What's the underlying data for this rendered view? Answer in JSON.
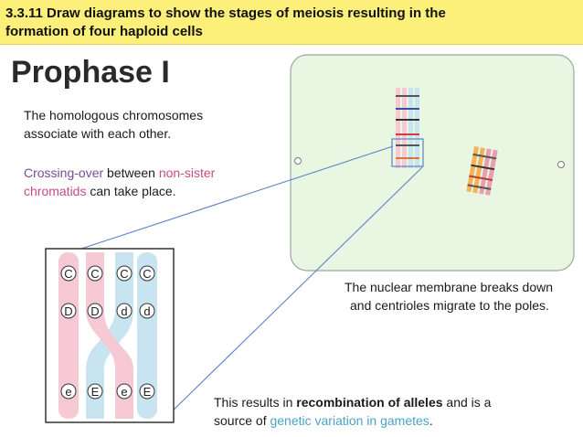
{
  "banner": {
    "line1": "3.3.11 Draw diagrams to show the stages of meiosis resulting in the",
    "line2": "formation of four haploid cells"
  },
  "title": "Prophase I",
  "intro": {
    "line1": "The homologous chromosomes",
    "line2": "associate with each other."
  },
  "crossing": {
    "part1": "Crossing-over",
    "part2": " between ",
    "part3": "non-sister",
    "part4": "chromatids",
    "part5": " can take place."
  },
  "membrane": {
    "line1": "The nuclear membrane breaks down",
    "line2": "and centrioles migrate to the poles."
  },
  "recombination": {
    "part1": "This results in ",
    "part2": "recombination of alleles",
    "part3": " and is a",
    "part4": "source of ",
    "part5": "genetic variation in gametes",
    "part6": "."
  },
  "alleles": {
    "row1": [
      "C",
      "C",
      "C",
      "C"
    ],
    "row2": [
      "D",
      "D",
      "d",
      "d"
    ],
    "row3": [
      "e",
      "E",
      "e",
      "E"
    ]
  },
  "colors": {
    "banner": "#fdf07a",
    "cell": "#e9f6e1",
    "chromatid_pink": "#f6c9d4",
    "chromatid_blue": "#c8e4f0",
    "connector": "#5a83c8"
  }
}
